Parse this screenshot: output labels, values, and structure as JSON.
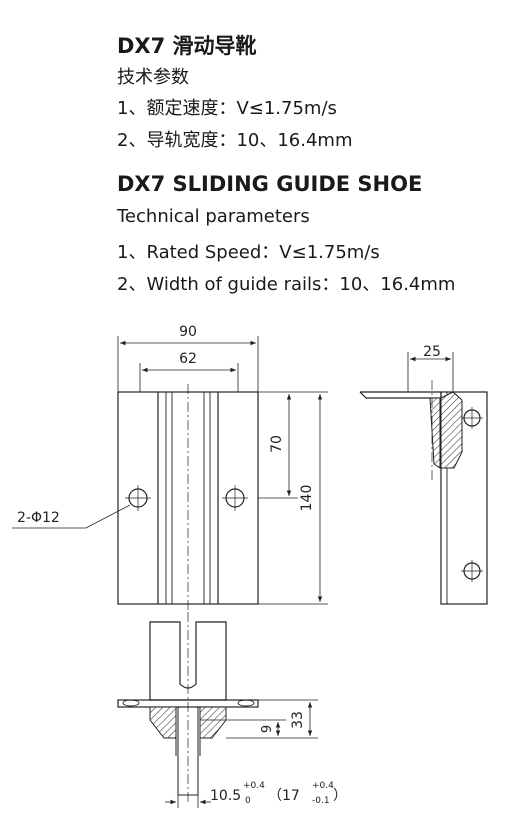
{
  "spec_cn": {
    "title": "DX7 滑动导靴",
    "subtitle": "技术参数",
    "items": [
      "1、额定速度：V≤1.75m/s",
      "2、导轨宽度：10、16.4mm"
    ]
  },
  "spec_en": {
    "title": "DX7 SLIDING GUIDE SHOE",
    "subtitle": "Technical parameters",
    "items": [
      "1、Rated Speed：V≤1.75m/s",
      "2、Width of guide rails：10、16.4mm"
    ]
  },
  "dimensions": {
    "width_overall": "90",
    "width_inner": "62",
    "height_overall": "140",
    "hole_spacing": "70",
    "hole_callout": "2-Φ12",
    "side_flange": "25",
    "bottom_height": "33",
    "bottom_small": "9",
    "slot_main": "10.5",
    "slot_main_tol_up": "+0.4",
    "slot_main_tol_low": "0",
    "slot_alt_open": "（17",
    "slot_alt_tol_up": "+0.4",
    "slot_alt_tol_low": "-0.1",
    "slot_alt_close": "）"
  },
  "colors": {
    "ink": "#222222",
    "paper": "#ffffff",
    "hatch": "#444444"
  }
}
